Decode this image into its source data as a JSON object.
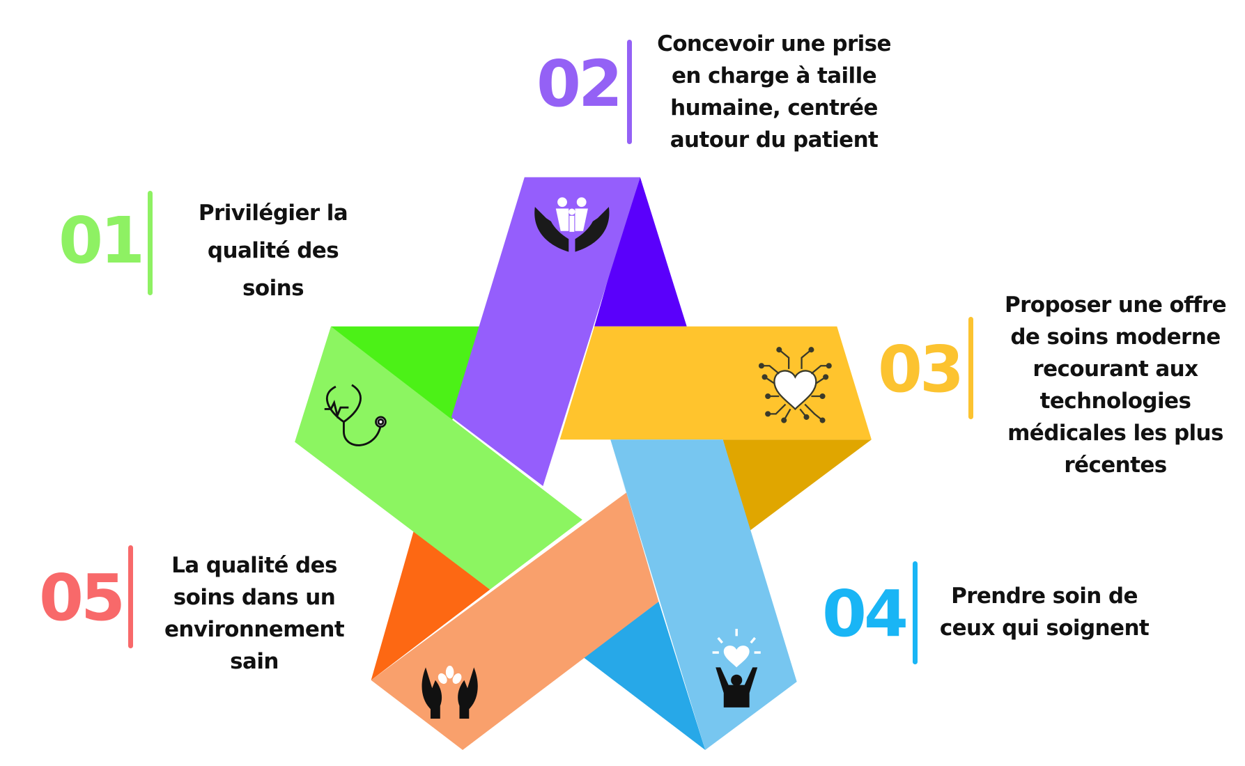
{
  "diagram": {
    "type": "five-pointed ribbon star infographic",
    "colors": {
      "green_light": "#8cf561",
      "green_dark": "#4cf117",
      "purple_light": "#955efc",
      "purple_dark": "#5a00fb",
      "yellow_light": "#ffc42d",
      "yellow_dark": "#e0a600",
      "blue_light": "#77c6f0",
      "blue_dark": "#27a8e8",
      "orange_light": "#f9a06c",
      "orange_dark": "#fd6813",
      "num_01": "#8ef163",
      "num_02": "#9461f5",
      "num_03": "#fcc330",
      "num_04": "#19b5f5",
      "num_05": "#f8696a"
    },
    "items": [
      {
        "number": "01",
        "color": "#8ef163",
        "icon": "stethoscope-icon",
        "lines": [
          "Privilégier la",
          "qualité des",
          "soins"
        ]
      },
      {
        "number": "02",
        "color": "#9461f5",
        "icon": "family-in-hands-icon",
        "lines": [
          "Concevoir une prise",
          "en charge à taille",
          "humaine, centrée",
          "autour du patient"
        ]
      },
      {
        "number": "03",
        "color": "#fcc330",
        "icon": "circuit-heart-icon",
        "lines": [
          "Proposer une offre",
          "de soins moderne",
          "recourant aux",
          "technologies",
          "médicales les plus",
          "récentes"
        ]
      },
      {
        "number": "04",
        "color": "#19b5f5",
        "icon": "person-raising-heart-icon",
        "lines": [
          "Prendre soin de",
          "ceux qui soignent"
        ]
      },
      {
        "number": "05",
        "color": "#f8696a",
        "icon": "hands-with-plant-icon",
        "lines": [
          "La qualité des",
          "soins dans un",
          "environnement",
          "sain"
        ]
      }
    ]
  }
}
